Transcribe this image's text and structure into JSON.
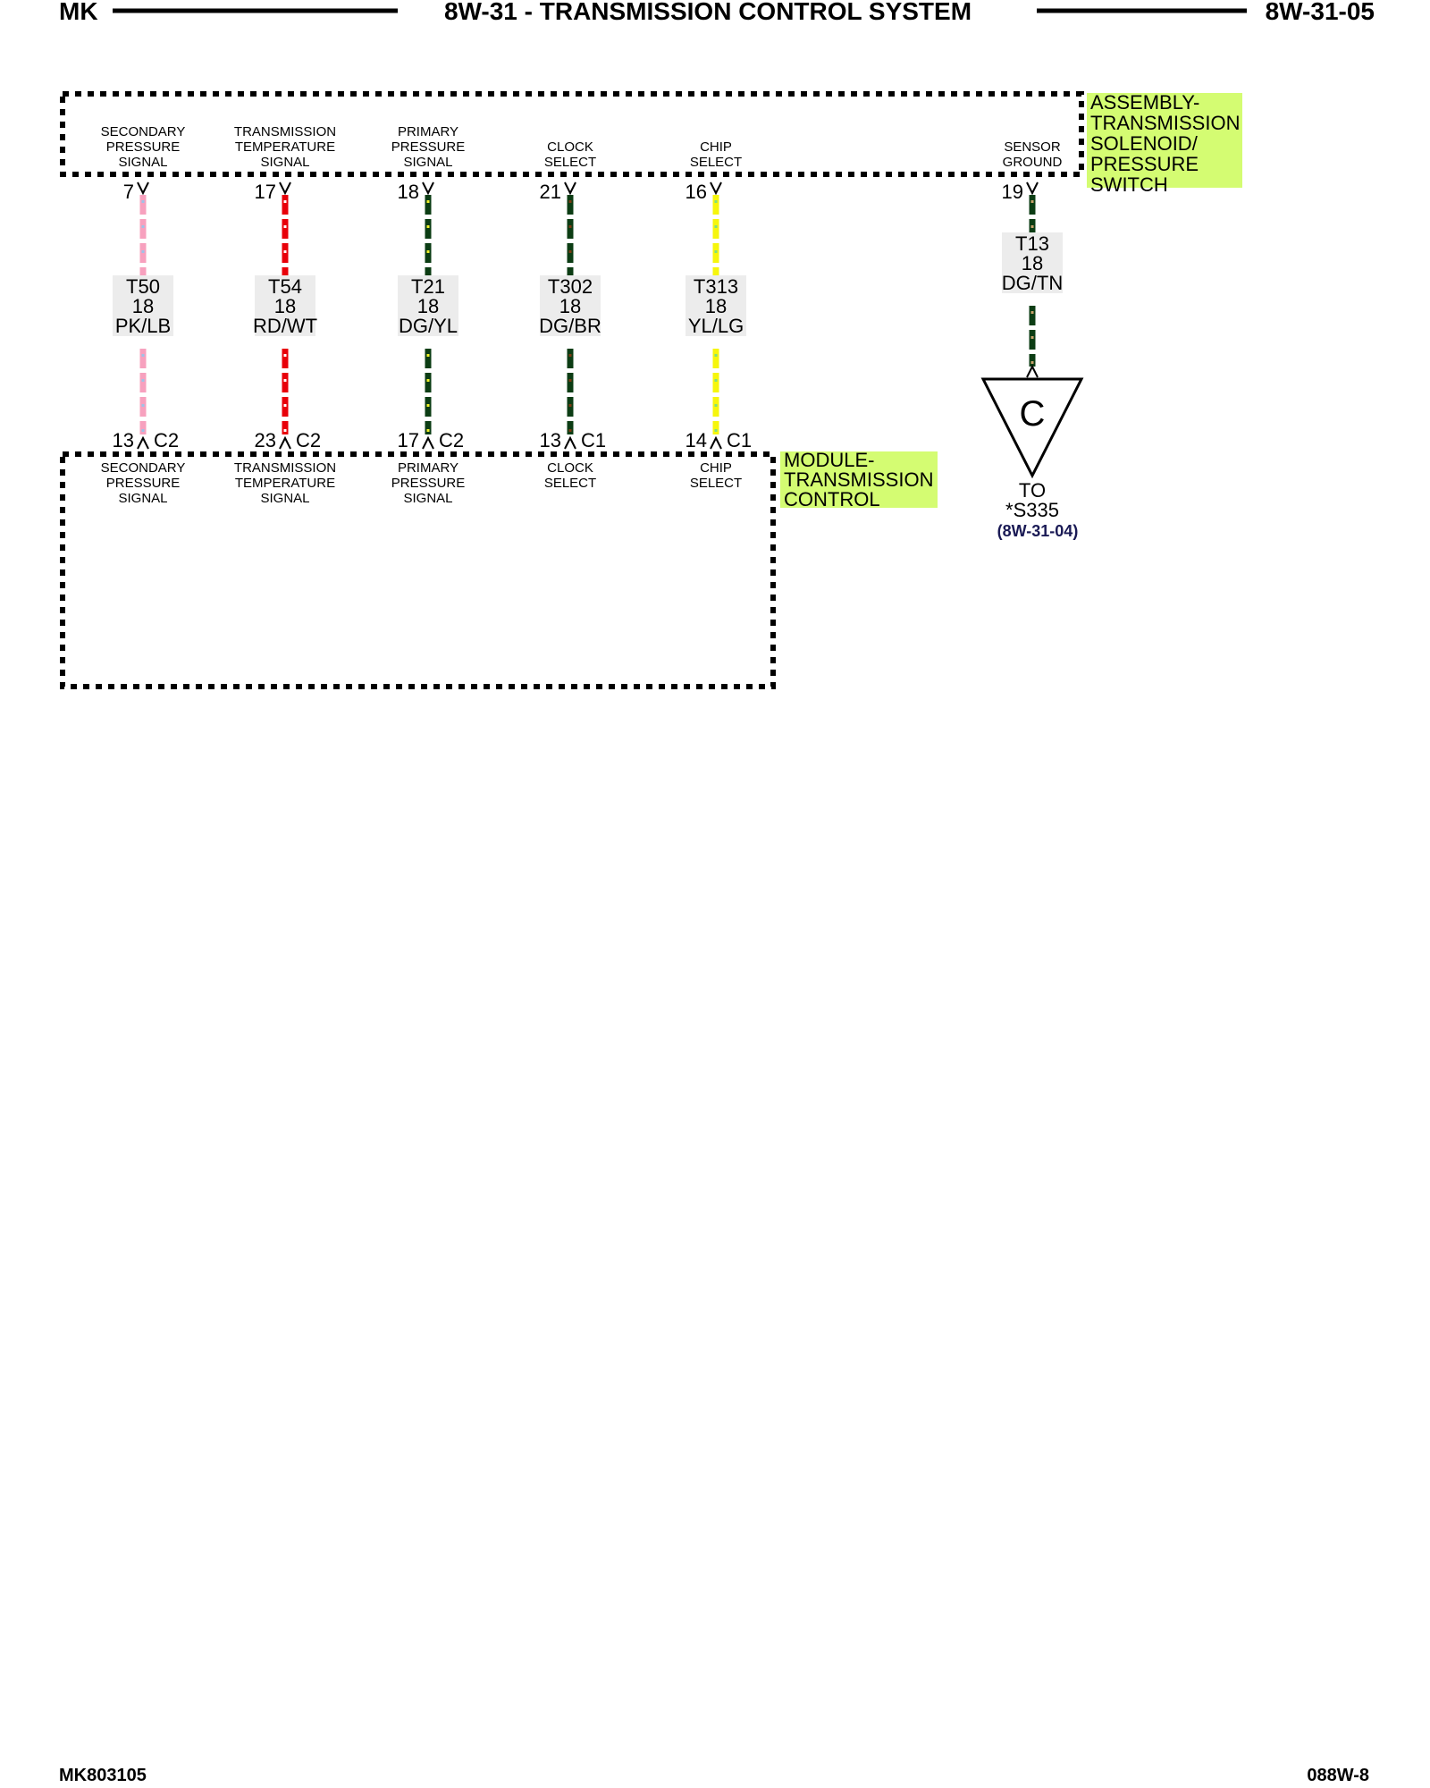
{
  "header": {
    "left": "MK",
    "title": "8W-31 - TRANSMISSION CONTROL SYSTEM",
    "right": "8W-31-05"
  },
  "footer": {
    "left": "MK803105",
    "right": "088W-8"
  },
  "components": {
    "solenoid_assembly": {
      "label": [
        "ASSEMBLY-",
        "TRANSMISSION",
        "SOLENOID/",
        "PRESSURE",
        "SWITCH"
      ],
      "highlight_color": "#d4fc72"
    },
    "tcm": {
      "label": [
        "MODULE-",
        "TRANSMISSION",
        "CONTROL"
      ],
      "highlight_color": "#d4fc72"
    }
  },
  "circuits": [
    {
      "top_label": [
        "SECONDARY",
        "PRESSURE",
        "SIGNAL"
      ],
      "top_pin": "7",
      "circuit": "T50",
      "gauge": "18",
      "color_code": "PK/LB",
      "bottom_pin": "13",
      "bottom_connector": "C2",
      "bottom_label": [
        "SECONDARY",
        "PRESSURE",
        "SIGNAL"
      ],
      "wire_color": "#f7a1be",
      "stripe_color": "#9ec3e8"
    },
    {
      "top_label": [
        "TRANSMISSION",
        "TEMPERATURE",
        "SIGNAL"
      ],
      "top_pin": "17",
      "circuit": "T54",
      "gauge": "18",
      "color_code": "RD/WT",
      "bottom_pin": "23",
      "bottom_connector": "C2",
      "bottom_label": [
        "TRANSMISSION",
        "TEMPERATURE",
        "SIGNAL"
      ],
      "wire_color": "#e8000a",
      "stripe_color": "#ffffff"
    },
    {
      "top_label": [
        "PRIMARY",
        "PRESSURE",
        "SIGNAL"
      ],
      "top_pin": "18",
      "circuit": "T21",
      "gauge": "18",
      "color_code": "DG/YL",
      "bottom_pin": "17",
      "bottom_connector": "C2",
      "bottom_label": [
        "PRIMARY",
        "PRESSURE",
        "SIGNAL"
      ],
      "wire_color": "#0c3d14",
      "stripe_color": "#f2f22a"
    },
    {
      "top_label": [
        "CLOCK",
        "SELECT"
      ],
      "top_pin": "21",
      "circuit": "T302",
      "gauge": "18",
      "color_code": "DG/BR",
      "bottom_pin": "13",
      "bottom_connector": "C1",
      "bottom_label": [
        "CLOCK",
        "SELECT"
      ],
      "wire_color": "#0c3d14",
      "stripe_color": "#7a3a12"
    },
    {
      "top_label": [
        "CHIP",
        "SELECT"
      ],
      "top_pin": "16",
      "circuit": "T313",
      "gauge": "18",
      "color_code": "YL/LG",
      "bottom_pin": "14",
      "bottom_connector": "C1",
      "bottom_label": [
        "CHIP",
        "SELECT"
      ],
      "wire_color": "#f6f60c",
      "stripe_color": "#7fe07f"
    },
    {
      "top_label": [
        "SENSOR",
        "GROUND"
      ],
      "top_pin": "19",
      "circuit": "T13",
      "gauge": "18",
      "color_code": "DG/TN",
      "wire_color": "#0c3d14",
      "stripe_color": "#c9a16b"
    }
  ],
  "splice_ref": {
    "symbol": "C",
    "to_label": "TO",
    "splice": "*S335",
    "page_ref": "(8W-31-04)"
  },
  "styles": {
    "ink": "#000000",
    "page_ref_color": "#1a1a55",
    "label_bg": "#ececec"
  }
}
